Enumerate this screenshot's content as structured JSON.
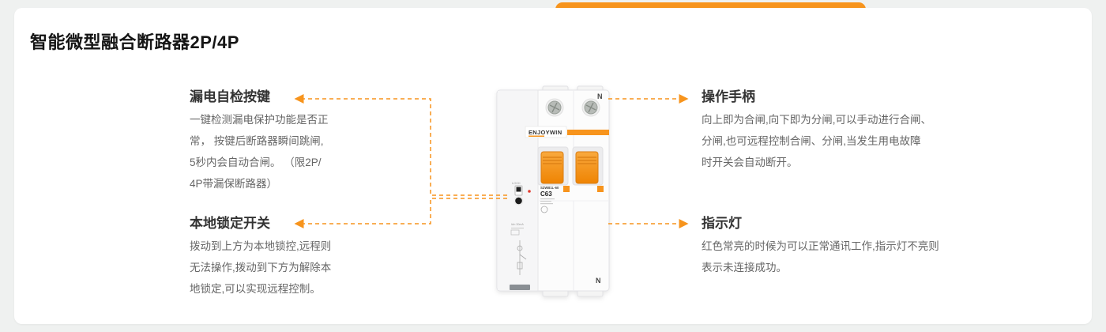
{
  "colors": {
    "accent": "#f7941d",
    "card_bg": "#ffffff",
    "page_bg": "#eff1f0"
  },
  "header": {
    "title": "智能微型融合断路器2P/4P"
  },
  "annotations": [
    {
      "title": "漏电自检按键",
      "body": [
        "一键检测漏电保护功能是否正",
        "常， 按键后断路器瞬间跳闸,",
        "5秒内会自动合闸。 （限2P/",
        "4P带漏保断路器）"
      ]
    },
    {
      "title": "本地锁定开关",
      "body": [
        "拨动到上方为本地锁控,远程则",
        "无法操作,拨动到下方为解除本",
        "地锁定,可以实现远程控制。"
      ]
    },
    {
      "title": "操作手柄",
      "body": [
        "向上即为合闸,向下即为分闸,可以手动进行合闸、",
        "分闸,也可远程控制合闸、分闸,当发生用电故障",
        "时开关会自动断开。"
      ]
    },
    {
      "title": "指示灯",
      "body": [
        "红色常亮的时候为可以正常通讯工作,指示灯不亮则",
        "表示未连接成功。"
      ]
    }
  ],
  "device": {
    "brand": "ENJOYWIN",
    "model": "SZWB1L-60",
    "rating": "C63",
    "top_terminal": "N",
    "bottom_terminal": "N",
    "lock_label": "LOCK",
    "leakage_rating": "IΔn 30mA"
  }
}
